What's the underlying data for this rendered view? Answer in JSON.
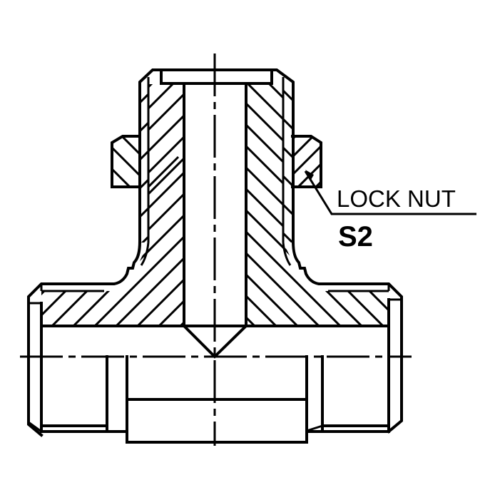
{
  "drawing": {
    "type": "technical-section-drawing",
    "subject": "hydraulic tee fitting with lock nut (cross-section)",
    "background_color": "#ffffff",
    "line_color": "#000000"
  },
  "callout": {
    "label": "LOCK NUT",
    "code": "S2"
  }
}
